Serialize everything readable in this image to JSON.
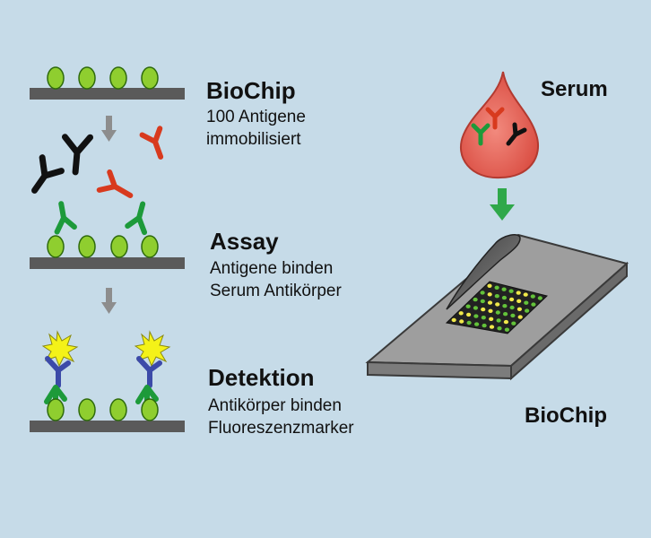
{
  "steps": [
    {
      "title": "BioChip",
      "lines": [
        "100 Antigene",
        "immobilisiert"
      ]
    },
    {
      "title": "Assay",
      "lines": [
        "Antigene binden",
        "Serum Antikörper"
      ]
    },
    {
      "title": "Detektion",
      "lines": [
        "Antikörper binden",
        "Fluoreszenzmarker"
      ]
    }
  ],
  "serum_label": "Serum",
  "chip_label": "BioChip",
  "colors": {
    "background": "#c6dbe8",
    "antigen": "#8fce2f",
    "antibody_black": "#111111",
    "antibody_red": "#d83a1e",
    "antibody_green": "#1d9a3a",
    "antibody_blue": "#3c4aa8",
    "fluorescent_marker": "#f4f218",
    "serum_drop": "#e8645a",
    "arrow_green": "#2fa84a",
    "chip_gray": "#9e9e9e",
    "array_yellow": "#f0e84a",
    "array_green": "#63c23a"
  }
}
